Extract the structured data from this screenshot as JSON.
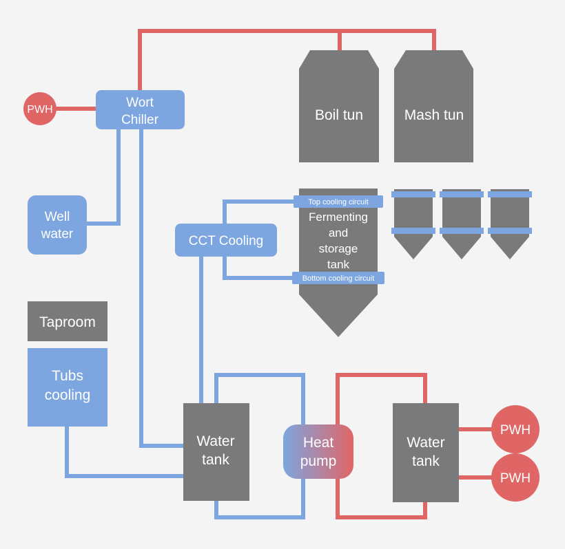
{
  "colors": {
    "hot_pipe": "#e06666",
    "cold_pipe": "#7da6e0",
    "vessel": "#7a7a7a",
    "background": "#f4f4f5",
    "text": "#ffffff"
  },
  "nodes": {
    "pwh_top": "PWH",
    "wort_chiller": [
      "Wort",
      "Chiller"
    ],
    "boil_tun": "Boil tun",
    "mash_tun": "Mash tun",
    "well_water": [
      "Well",
      "water"
    ],
    "cct_cooling": "CCT Cooling",
    "fermenting_tank": [
      "Fermenting",
      "and",
      "storage",
      "tank"
    ],
    "top_cooling_circuit": "Top cooling circuit",
    "bottom_cooling_circuit": "Bottom cooling circuit",
    "taproom": "Taproom",
    "tubs_cooling": [
      "Tubs",
      "cooling"
    ],
    "water_tank_left": [
      "Water",
      "tank"
    ],
    "heat_pump": [
      "Heat",
      "pump"
    ],
    "water_tank_right": [
      "Water",
      "tank"
    ],
    "pwh_right_1": "PWH",
    "pwh_right_2": "PWH"
  }
}
